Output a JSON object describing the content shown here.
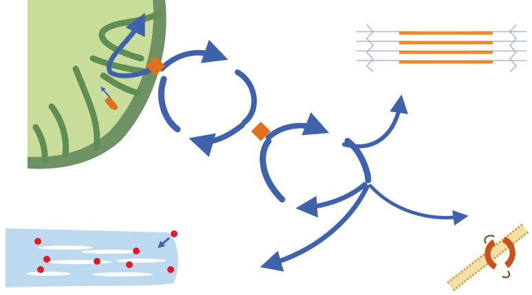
{
  "diagram": {
    "colors": {
      "background": "#ffffff",
      "mitochondrion_fill": "#c9dd9a",
      "mitochondrion_membrane": "#7a9a6a",
      "cristae": "#5f8e55",
      "arrow_blue": "#3f62ad",
      "arrow_blue_light": "#6f8fd0",
      "enzyme_orange": "#e0701c",
      "sarcomere_orange": "#e8892c",
      "sarcomere_lines": "#9aa8d6",
      "vessel_fill": "#bcd9f0",
      "vessel_gap": "#ffffff",
      "dots_red": "#e01b24",
      "membrane_gold": "#d9a441",
      "receptor_orange": "#c9521a"
    },
    "components": [
      "mitochondrion",
      "pathway-arrows",
      "enzyme-nodes",
      "sarcomere",
      "capillary-with-red-dots",
      "membrane-receptor"
    ]
  }
}
